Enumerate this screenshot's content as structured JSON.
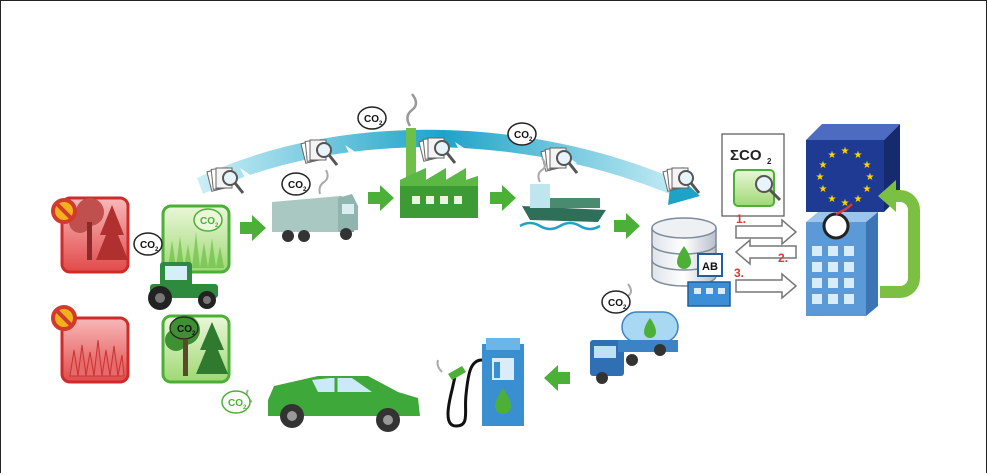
{
  "labels": {
    "co2": "CO",
    "co2_sub": "2",
    "sum_co2": "ΣCO",
    "ab": "AB",
    "step1": "1.",
    "step2": "2.",
    "step3": "3."
  },
  "icons": {
    "prohibited": "no-symbol-icon",
    "forest": "forest-icon",
    "grassland": "grassland-icon",
    "tractor": "tractor-icon",
    "truck": "truck-icon",
    "factory": "factory-icon",
    "ship": "ship-icon",
    "database": "database-icon",
    "office": "office-building-icon",
    "eu_cube": "eu-flag-cube-icon",
    "fuel_pump": "fuel-pump-icon",
    "tanker": "tanker-truck-icon",
    "car": "car-icon",
    "magnifier": "magnifier-icon",
    "documents": "documents-icon"
  },
  "colors": {
    "green": "#4caf38",
    "dark_green": "#2e8b2e",
    "red": "#d9393a",
    "light_red": "#f08a8a",
    "blue_arc": "#1ea3c8",
    "eu_blue": "#1f3a93",
    "eu_star": "#ffd400",
    "building": "#5b9ad6"
  }
}
